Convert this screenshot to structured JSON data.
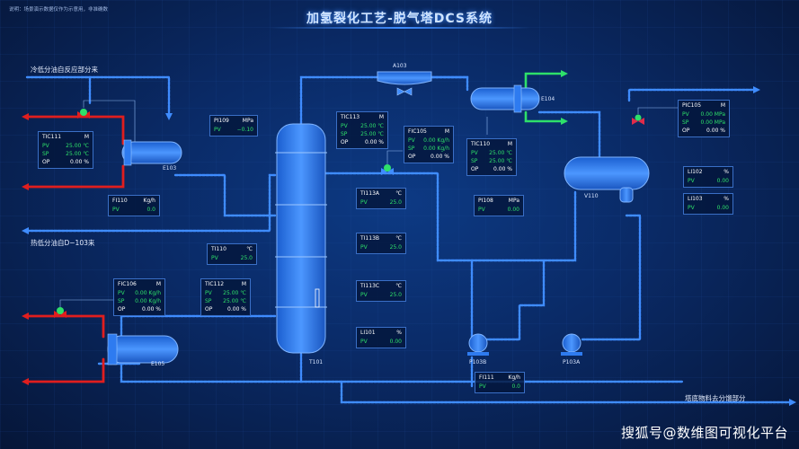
{
  "header": {
    "notice": "说明：场景演示数据仅作为示意用，非准确数",
    "title": "加氢裂化工艺-脱气塔DCS系统"
  },
  "flows": {
    "cold_low_sep": "冷低分油自反应部分来",
    "hot_low_sep": "热低分油自D−103来",
    "bottoms_out": "塔底物料去分馏部分"
  },
  "equipment": {
    "a103": "A103",
    "e103": "E103",
    "e104": "E104",
    "e105": "E105",
    "v110": "V110",
    "t101": "T101",
    "p103a": "P103A",
    "p103b": "P103B"
  },
  "panels": {
    "tic111": {
      "tag": "TIC111",
      "mode": "M",
      "pv": "25.00 ℃",
      "sp": "25.00 ℃",
      "op": "0.00 %"
    },
    "pi109": {
      "tag": "PI109",
      "unit": "MPa",
      "pv": "−0.10"
    },
    "tic113": {
      "tag": "TIC113",
      "mode": "M",
      "pv": "25.00 ℃",
      "sp": "25.00 ℃",
      "op": "0.00 %"
    },
    "fic105": {
      "tag": "FIC105",
      "mode": "M",
      "pv": "0.00 Kg/h",
      "sp": "0.00 Kg/h",
      "op": "0.00 %"
    },
    "tic110": {
      "tag": "TIC110",
      "mode": "M",
      "pv": "25.00 ℃",
      "sp": "25.00 ℃",
      "op": "0.00 %"
    },
    "pic105": {
      "tag": "PIC105",
      "mode": "M",
      "pv": "0.00 MPa",
      "sp": "0.00 MPa",
      "op": "0.00 %"
    },
    "li102": {
      "tag": "LI102",
      "unit": "%",
      "pv": "0.00"
    },
    "li103": {
      "tag": "LI103",
      "unit": "%",
      "pv": "0.00"
    },
    "fi110": {
      "tag": "FI110",
      "unit": "Kg/h",
      "pv": "0.0"
    },
    "ti113a": {
      "tag": "TI113A",
      "unit": "℃",
      "pv": "25.0"
    },
    "pi108": {
      "tag": "PI108",
      "unit": "MPa",
      "pv": "0.00"
    },
    "ti110": {
      "tag": "TI110",
      "unit": "℃",
      "pv": "25.0"
    },
    "ti113b": {
      "tag": "TI113B",
      "unit": "℃",
      "pv": "25.0"
    },
    "fic106": {
      "tag": "FIC106",
      "mode": "M",
      "pv": "0.00 Kg/h",
      "sp": "0.00 Kg/h",
      "op": "0.00 %"
    },
    "tic112": {
      "tag": "TIC112",
      "mode": "M",
      "pv": "25.00 ℃",
      "sp": "25.00 ℃",
      "op": "0.00 %"
    },
    "ti113c": {
      "tag": "TI113C",
      "unit": "℃",
      "pv": "25.0"
    },
    "li101": {
      "tag": "LI101",
      "unit": "%",
      "pv": "0.00"
    },
    "fi111": {
      "tag": "FI111",
      "unit": "Kg/h",
      "pv": "0.0"
    }
  },
  "labels": {
    "pv": "PV",
    "sp": "SP",
    "op": "OP"
  },
  "watermark": "搜狐号@数维图可视化平台",
  "colors": {
    "pipe_blue": "#3f8cff",
    "pipe_red": "#e01e1e",
    "pipe_green": "#2ee06a",
    "valve_green": "#2ee06a",
    "valve_red": "#e02b4a"
  }
}
